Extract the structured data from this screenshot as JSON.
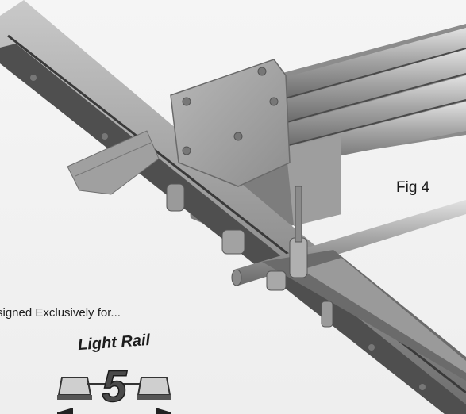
{
  "figure": {
    "label": "Fig 4"
  },
  "credit": {
    "text": "signed Exclusively for..."
  },
  "logo": {
    "name": "Light Rail",
    "number": "5"
  },
  "colors": {
    "background": "#f2f2f2",
    "rail_light": "#a8a8a8",
    "rail_dark": "#5a5a5a",
    "bracket": "#9c9c9c",
    "text": "#1a1a1a"
  }
}
